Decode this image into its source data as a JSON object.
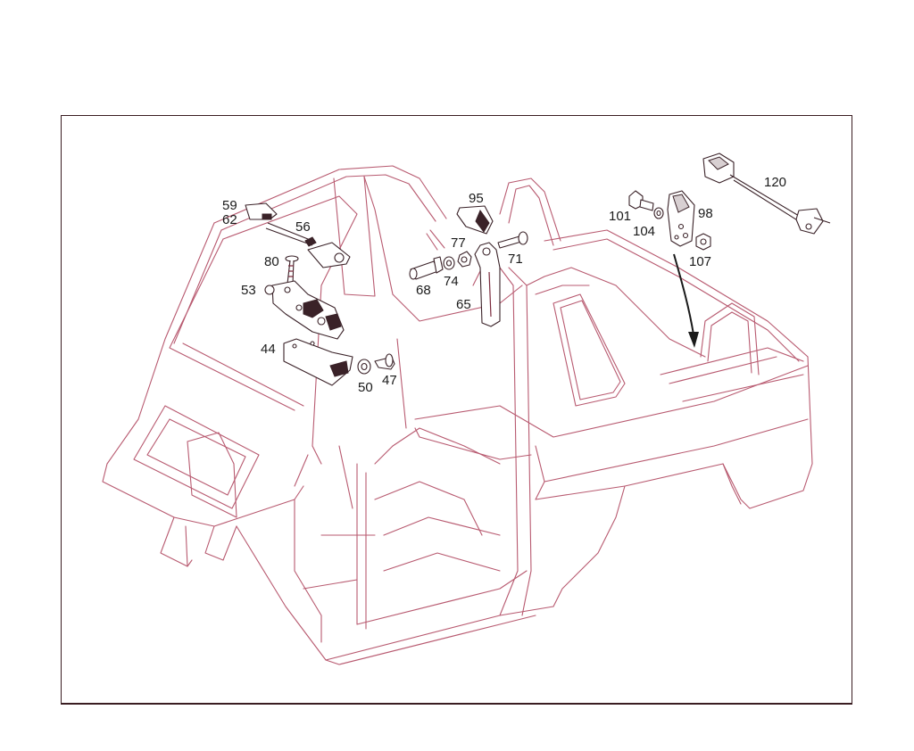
{
  "colors": {
    "body_outline": "#b85a70",
    "part_outline": "#3a2228",
    "frame": "#3a1d22",
    "background": "#ffffff"
  },
  "callouts": {
    "c59": "59",
    "c62": "62",
    "c56": "56",
    "c80": "80",
    "c53": "53",
    "c44": "44",
    "c50": "50",
    "c47": "47",
    "c95": "95",
    "c77": "77",
    "c74": "74",
    "c68": "68",
    "c71": "71",
    "c65": "65",
    "c101": "101",
    "c104": "104",
    "c98": "98",
    "c107": "107",
    "c120": "120"
  }
}
